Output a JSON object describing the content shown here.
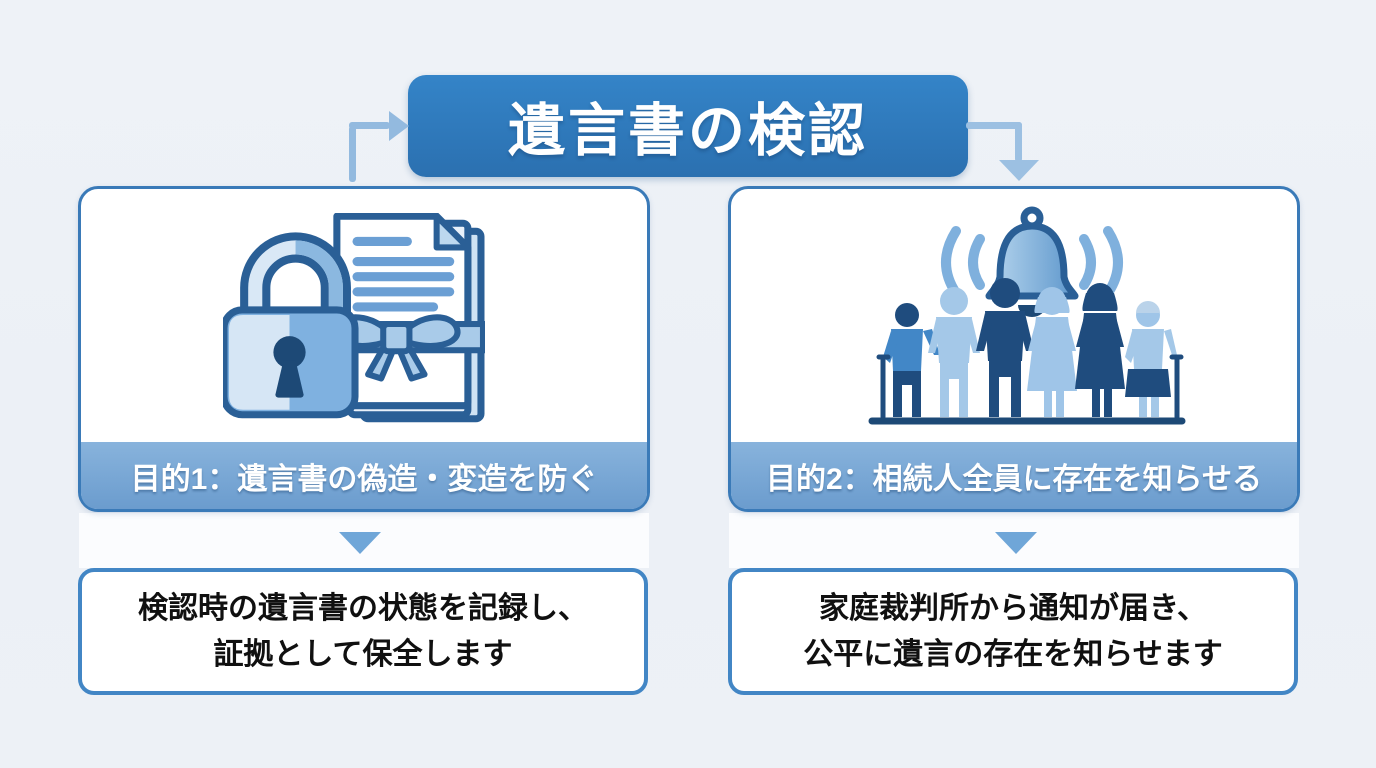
{
  "title": {
    "text": "遺言書の検認"
  },
  "columns": [
    {
      "caption": "目的1：遺言書の偽造・変造を防ぐ",
      "description": {
        "line1": "検認時の遺言書の状態を記録し、",
        "line2": "証拠として保全します"
      },
      "illustration": "padlock-and-sealed-will-documents"
    },
    {
      "caption": "目的2：相続人全員に存在を知らせる",
      "description": {
        "line1": "家庭裁判所から通知が届き、",
        "line2": "公平に遺言の存在を知らせます"
      },
      "illustration": "notification-bell-and-heirs-group"
    }
  ],
  "icons": [
    "elbow-arrow-right-icon",
    "elbow-arrow-down-icon",
    "padlock-icon",
    "will-document-icon",
    "ribbon-bow-icon",
    "bell-icon",
    "sound-waves-icon",
    "heirs-group-icon",
    "down-triangle-icon"
  ],
  "colors": {
    "background": "#edf1f6",
    "banner_blue": "#2e77b8",
    "card_border": "#3a7ab8",
    "caption_bar": "#76a6d4",
    "detail_border": "#4286c5",
    "connector_light_blue": "#9cc0e2",
    "triangle_blue": "#6fa6d8",
    "illustration_navy": "#1f4c7e",
    "illustration_outline": "#2a5f96",
    "illustration_mid_blue": "#4287c7",
    "illustration_light_blue": "#a4c8e8",
    "text_dark": "#101010",
    "text_light": "#ffffff"
  }
}
